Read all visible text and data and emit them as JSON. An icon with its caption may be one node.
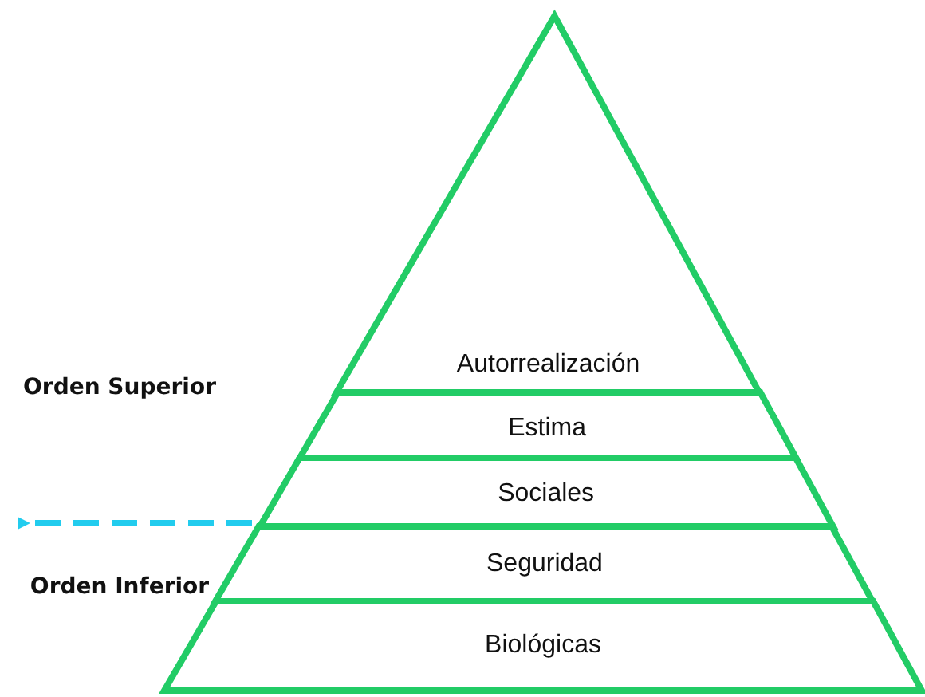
{
  "diagram": {
    "nodes": [
      {
        "text": [
          "Autorrealización"
        ]
      },
      {
        "text": [
          "Estima"
        ]
      },
      {
        "text": [
          "Sociales"
        ]
      },
      {
        "text": [
          "Seguridad"
        ]
      },
      {
        "text": [
          "Biológicas"
        ]
      }
    ],
    "labels": [
      "Orden Superior",
      "Orden Inferior"
    ]
  }
}
